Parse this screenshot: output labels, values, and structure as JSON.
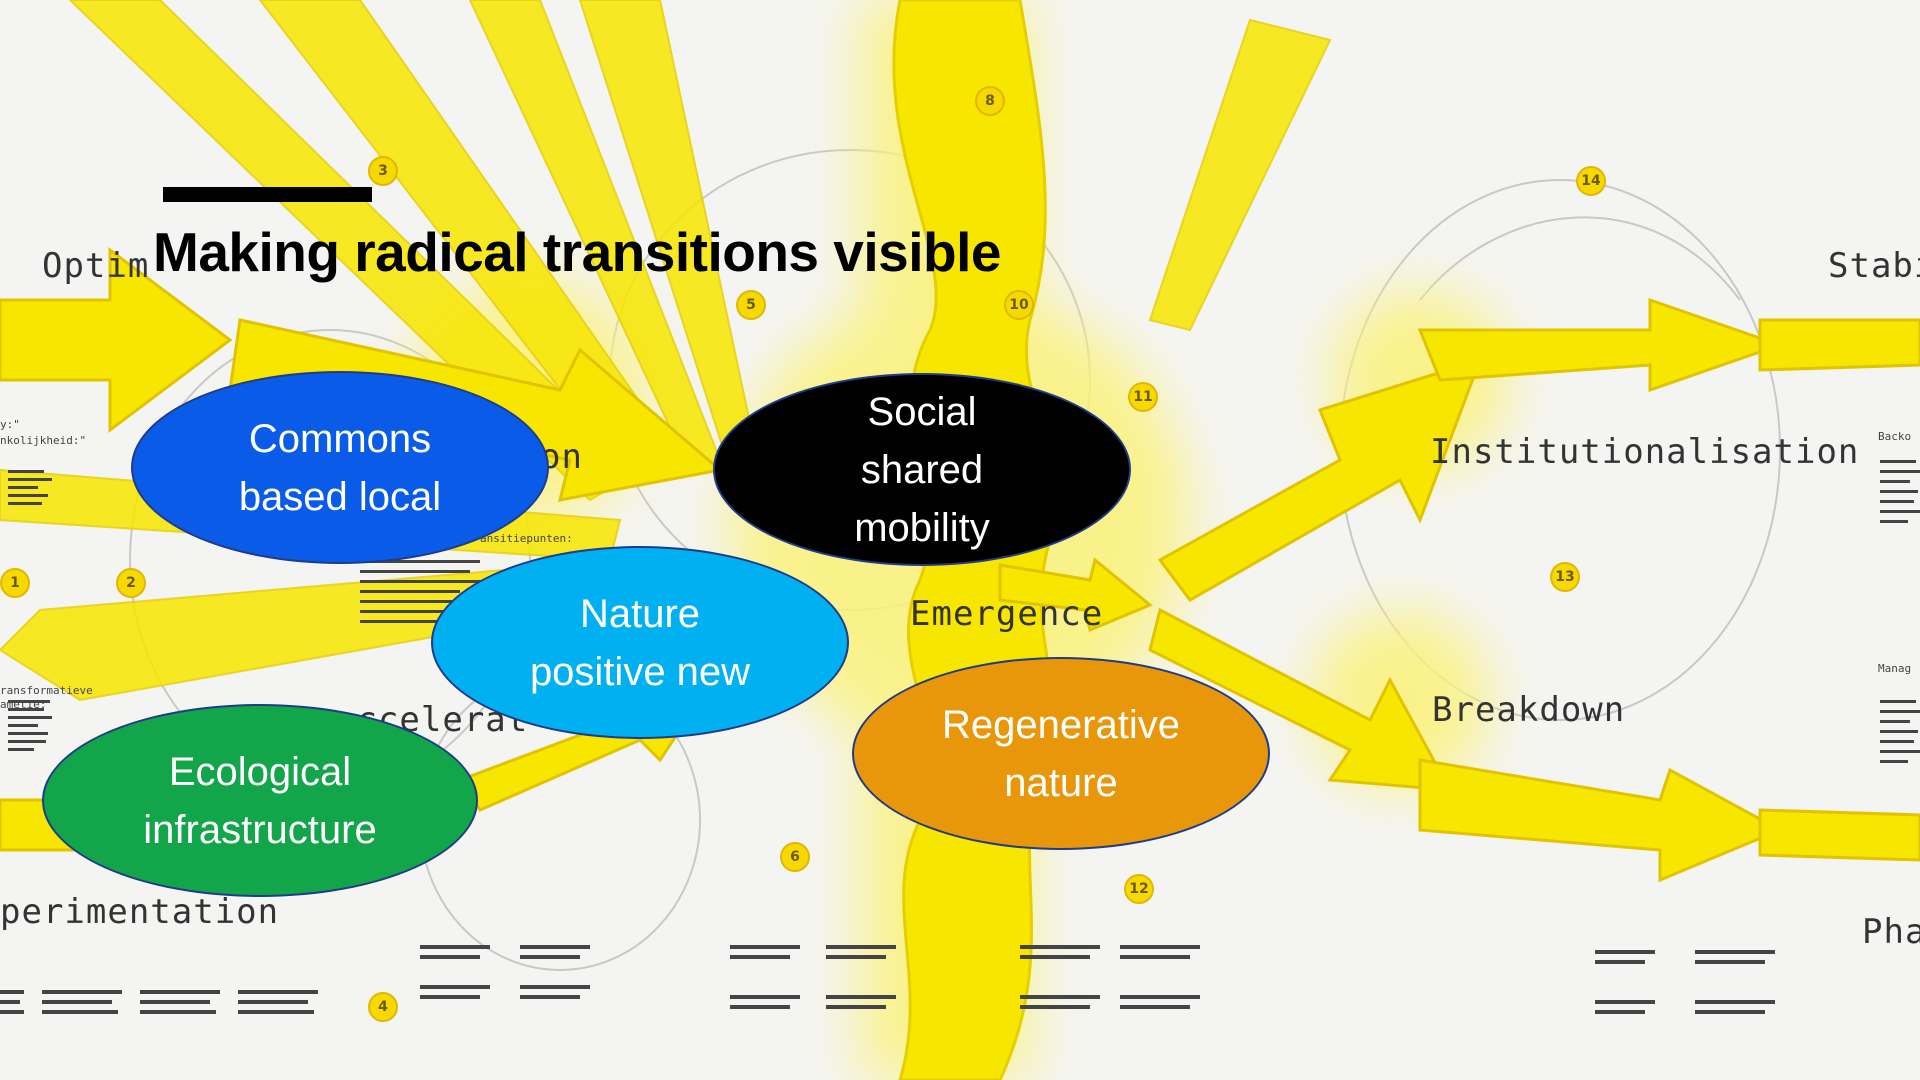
{
  "slide": {
    "title": "Making radical transitions visible"
  },
  "phases": {
    "optimisation": "Optim",
    "stabilisation": "Stabi",
    "institutionalisation": "Institutionalisation",
    "breakdown": "Breakdown",
    "emergence": "Emergence",
    "acceleration": "accelerat",
    "experimentation": "perimentation",
    "phase_out": "Pha",
    "partial_on": "on"
  },
  "side_labels": {
    "left_1": "y:\"",
    "left_2": "nkolijkheid:\"",
    "left_3": "ransformatieve",
    "left_4": "ametie:",
    "mid_1": "ansitiepunten:",
    "right_1": "Backo",
    "right_2": "Manag"
  },
  "step_numbers": [
    "1",
    "2",
    "3",
    "4",
    "5",
    "6",
    "8",
    "10",
    "11",
    "12",
    "13",
    "14"
  ],
  "bubbles": [
    {
      "id": "commons",
      "lines": [
        "Commons",
        "based local"
      ],
      "fill": "#0a5be8",
      "text_color": "#ffffff"
    },
    {
      "id": "social",
      "lines": [
        "Social",
        "shared",
        "mobility"
      ],
      "fill": "#000000",
      "text_color": "#ffffff"
    },
    {
      "id": "nature",
      "lines": [
        "Nature",
        "positive new"
      ],
      "fill": "#00b0f0",
      "text_color": "#ffffff"
    },
    {
      "id": "regenerative",
      "lines": [
        "Regenerative",
        "nature"
      ],
      "fill": "#e8960a",
      "text_color": "#ffffff"
    },
    {
      "id": "ecological",
      "lines": [
        "Ecological",
        "infrastructure"
      ],
      "fill": "#12a54a",
      "text_color": "#ffffff"
    }
  ],
  "colors": {
    "arrow_yellow": "#f7e600",
    "glow_yellow": "#fbf27a",
    "background": "#f4f4f2",
    "title_bar": "#000000"
  }
}
